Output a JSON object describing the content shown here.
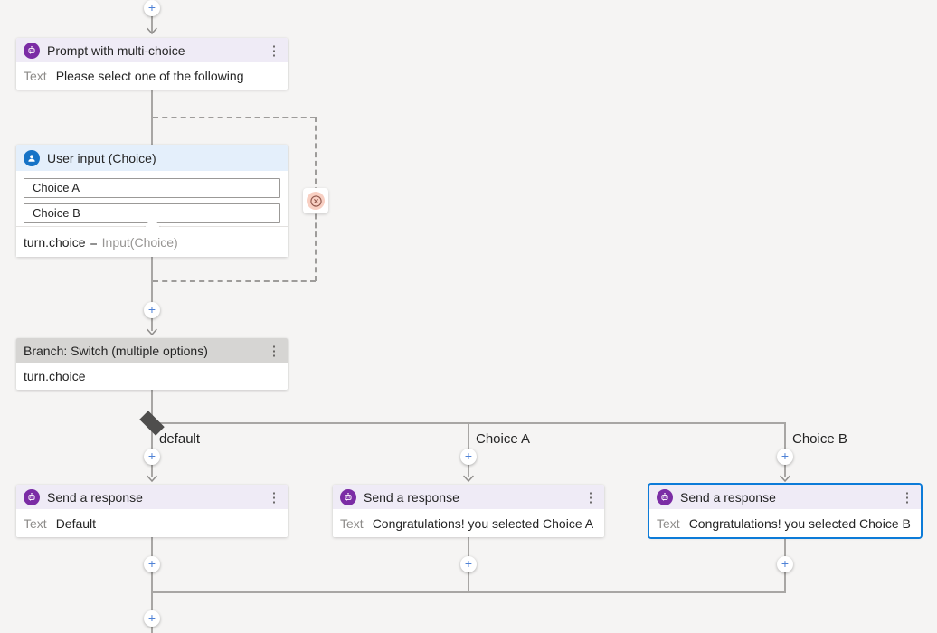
{
  "glyphs": {
    "plus": "+",
    "more": "⋮"
  },
  "colors": {
    "selection_blue": "#0c7bd8",
    "bot_purple": "#7b2ca5",
    "user_blue": "#1673c6",
    "cancel_salmon": "#f8cfc2",
    "prompt_header": "#efebf6",
    "input_header": "#e4effb",
    "branch_header": "#d6d5d3",
    "connector_gray": "#a8a6a4"
  },
  "nodes": {
    "prompt": {
      "title": "Prompt with multi-choice",
      "text_label": "Text",
      "text_value": "Please select one of the following"
    },
    "user_input": {
      "title": "User input (Choice)",
      "options": [
        "Choice A",
        "Choice B"
      ],
      "expression": {
        "variable": "turn.choice",
        "operator": "=",
        "value": "Input(Choice)"
      }
    },
    "branch": {
      "title": "Branch: Switch (multiple options)",
      "condition": "turn.choice"
    },
    "send_default": {
      "title": "Send a response",
      "text_label": "Text",
      "text_value": "Default"
    },
    "send_choice_a": {
      "title": "Send a response",
      "text_label": "Text",
      "text_value": "Congratulations! you selected Choice A"
    },
    "send_choice_b": {
      "title": "Send a response",
      "text_label": "Text",
      "text_value": "Congratulations! you selected Choice B"
    }
  },
  "branch_labels": {
    "default_label": "default",
    "choice_a": "Choice A",
    "choice_b": "Choice B"
  }
}
